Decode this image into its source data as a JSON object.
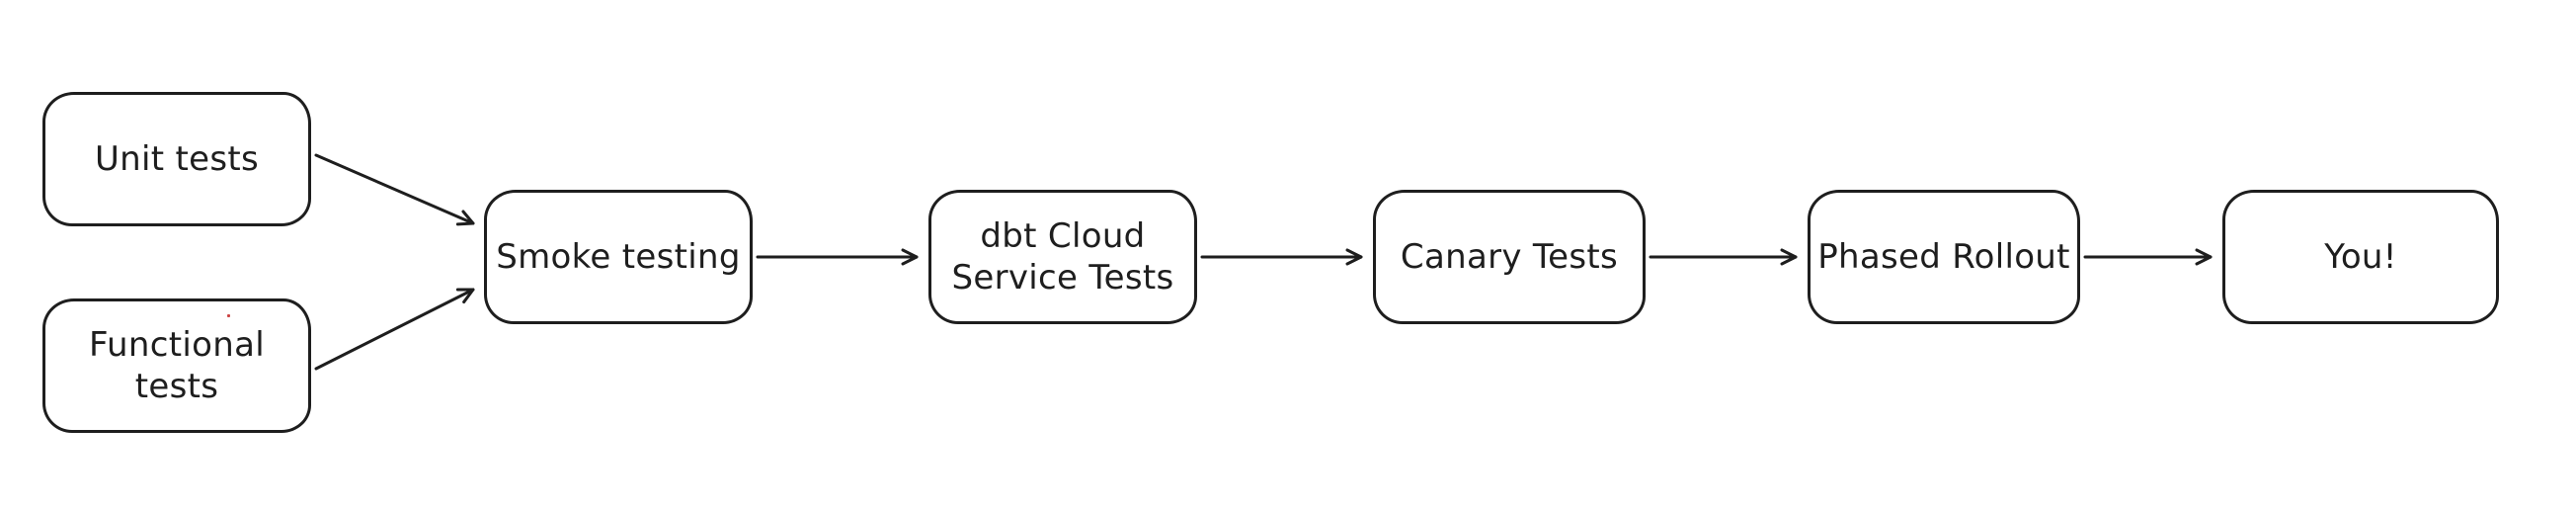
{
  "diagram": {
    "type": "flowchart",
    "style": "hand-drawn",
    "background_color": "#ffffff",
    "stroke_color": "#1e1e1e",
    "node_fill_color": "#ffffff",
    "nodes": [
      {
        "id": "unit-tests",
        "label": "Unit tests"
      },
      {
        "id": "functional-tests",
        "label": "Functional tests"
      },
      {
        "id": "smoke-testing",
        "label": "Smoke testing"
      },
      {
        "id": "dbt-cloud-service-tests",
        "label": "dbt Cloud\nService Tests"
      },
      {
        "id": "canary-tests",
        "label": "Canary Tests"
      },
      {
        "id": "phased-rollout",
        "label": "Phased Rollout"
      },
      {
        "id": "you",
        "label": "You!"
      }
    ],
    "edges": [
      {
        "from": "unit-tests",
        "to": "smoke-testing"
      },
      {
        "from": "functional-tests",
        "to": "smoke-testing"
      },
      {
        "from": "smoke-testing",
        "to": "dbt-cloud-service-tests"
      },
      {
        "from": "dbt-cloud-service-tests",
        "to": "canary-tests"
      },
      {
        "from": "canary-tests",
        "to": "phased-rollout"
      },
      {
        "from": "phased-rollout",
        "to": "you"
      }
    ]
  }
}
